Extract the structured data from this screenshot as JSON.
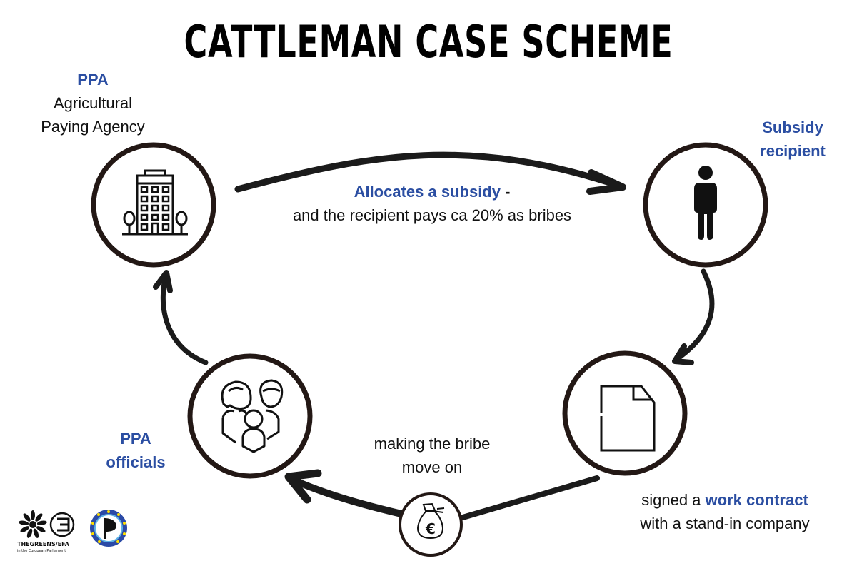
{
  "title": "CATTLEMAN CASE SCHEME",
  "accent_color": "#2b4ea2",
  "nodes": {
    "ppa": {
      "name": "PPA",
      "line1": "Agricultural",
      "line2": "Paying Agency",
      "icon": "office-building-icon"
    },
    "recipient": {
      "line1": "Subsidy",
      "line2": "recipient",
      "icon": "person-icon"
    },
    "contract": {
      "icon": "document-icon"
    },
    "officials": {
      "line1": "PPA",
      "line2": "officials",
      "icon": "family-group-icon"
    },
    "money": {
      "icon": "euro-money-bag-icon",
      "symbol": "€"
    }
  },
  "edges": {
    "allocates": {
      "highlight": "Allocates a subsidy",
      "suffix": " -",
      "line2": "and the recipient pays ca 20% as bribes"
    },
    "contract": {
      "prefix": "signed a ",
      "highlight": "work contract",
      "line2": "with a stand-in company"
    },
    "bribe": {
      "line1": "making the bribe",
      "line2": "move on"
    }
  },
  "logos": {
    "greens": {
      "line1": "THEGREENS/EFA",
      "line2": "in the European Parliament"
    },
    "pirates": {
      "name": "pirate-party-logo"
    }
  }
}
